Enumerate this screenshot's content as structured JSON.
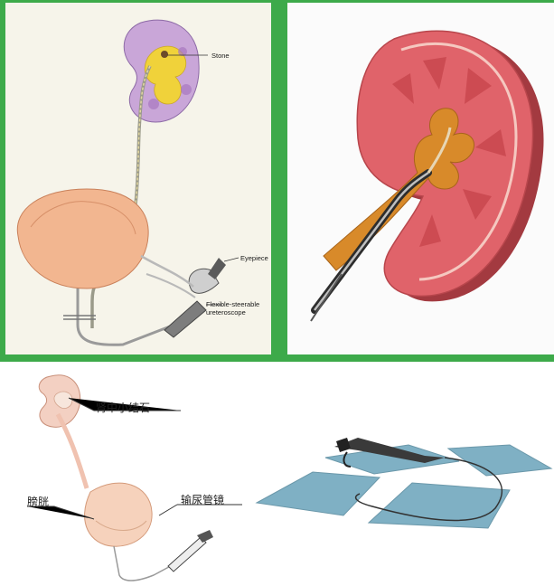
{
  "panel_top_left": {
    "labels": {
      "stone": "Stone",
      "eyepiece": "Eyepiece",
      "scope_line1": "Flexible-steerable",
      "scope_line2": "ureteroscope"
    }
  },
  "panel_bottom_left": {
    "labels": {
      "kidney_stone": "肾中小结石",
      "bladder": "膀胱",
      "ureteroscope": "输尿管镜"
    }
  },
  "colors": {
    "frame_green": "#3daa4a",
    "kidney_purple": "#c9a6d8",
    "stone_yellow": "#f0d23a",
    "bladder_orange": "#f2b690",
    "kidney_red": "#e0636a",
    "pelvis_orange": "#d88a2a",
    "mat_blue": "#7fb0c4"
  }
}
